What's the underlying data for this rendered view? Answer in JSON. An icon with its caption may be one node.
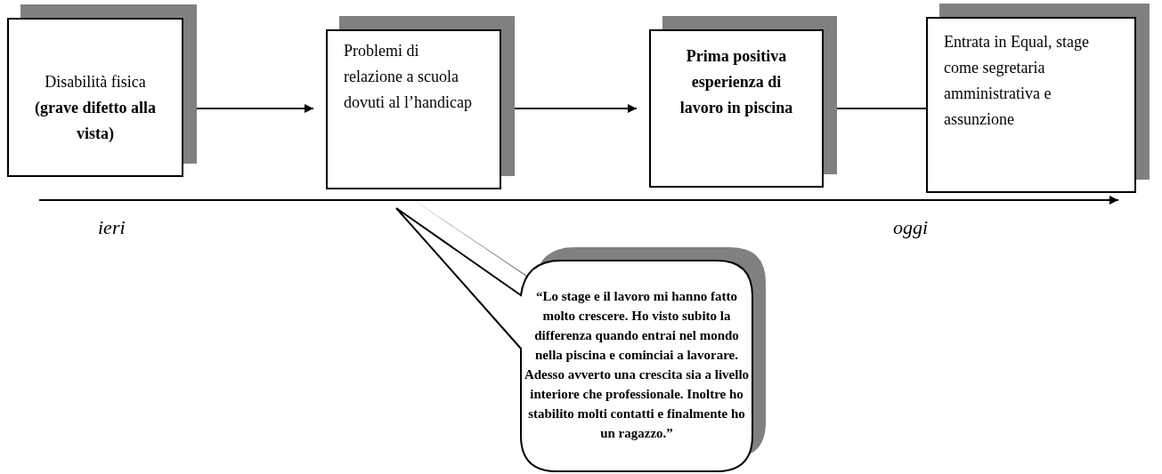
{
  "diagram": {
    "nodes": [
      {
        "text": [
          "Disabilità fisica **(grave difetto alla vista)**"
        ]
      },
      {
        "text": [
          "Problemi di relazione a scuola dovuti al l’handicap"
        ]
      },
      {
        "text": [
          "Prima positiva esperienza di lavoro in piscina"
        ]
      },
      {
        "text": [
          "Entrata in Equal, stage come segretaria amministrativa e assunzione"
        ]
      },
      {
        "text": [
          "“Lo stage e il lavoro mi hanno fatto molto crescere. Ho visto subito la differenza quando entrai nel mondo nella piscina e cominciai a lavorare. Adesso avverto una crescita sia a livello interiore che professionale. Inoltre ho stabilito molti contatti e finalmente ho un ragazzo.”"
        ]
      }
    ],
    "edges": [
      {
        "from": 0,
        "to": 1,
        "arrow": "to"
      },
      {
        "from": 1,
        "to": 2,
        "arrow": "to"
      },
      {
        "from": 2,
        "to": 3,
        "arrow": "none"
      }
    ],
    "labels": [
      "ieri",
      "oggi"
    ]
  }
}
